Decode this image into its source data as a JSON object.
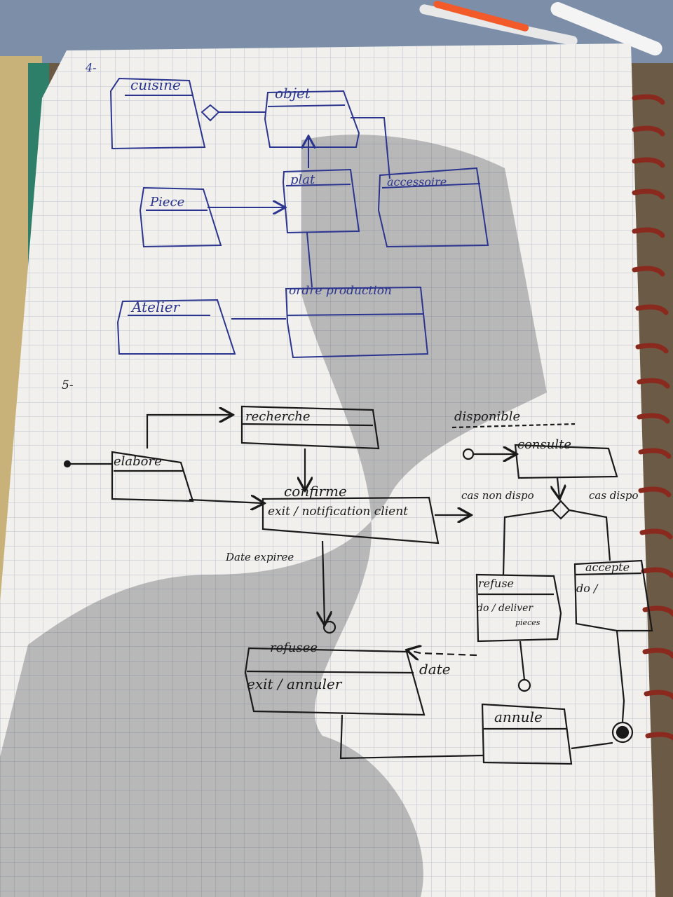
{
  "section4": {
    "number": "4-",
    "classes": {
      "cuisine": "cuisine",
      "objet": "objet",
      "plat": "plat",
      "accessoire": "accessoire",
      "piece": "Piece",
      "atelier": "Atelier",
      "ordre": "ordre production"
    }
  },
  "section5": {
    "number": "5-",
    "states": {
      "recherche": "recherche",
      "elabore": "elabore",
      "confirme": "confirme",
      "confirme_action": "exit / notification client",
      "disponible": "disponible",
      "consulte": "consulte",
      "refuse": "refuse",
      "refuse_action": "do / deliver",
      "accepte": "accepte",
      "accepte_action": "do /",
      "refuse2": "refusee",
      "refuse2_action": "exit / annuler",
      "annule": "annule"
    },
    "transitions": {
      "date_expiree": "Date expiree",
      "cas_non": "cas non dispo",
      "cas_dispo": "cas dispo",
      "date": "date",
      "pieces": "pieces"
    }
  },
  "colors": {
    "paper": "#f1f0ec",
    "grid": "#b9c2cf",
    "blue_ink": "#2b3590",
    "black_ink": "#1a1a1a",
    "shadow": "rgba(40,40,50,0.28)",
    "coil": "#8a2a1e"
  }
}
